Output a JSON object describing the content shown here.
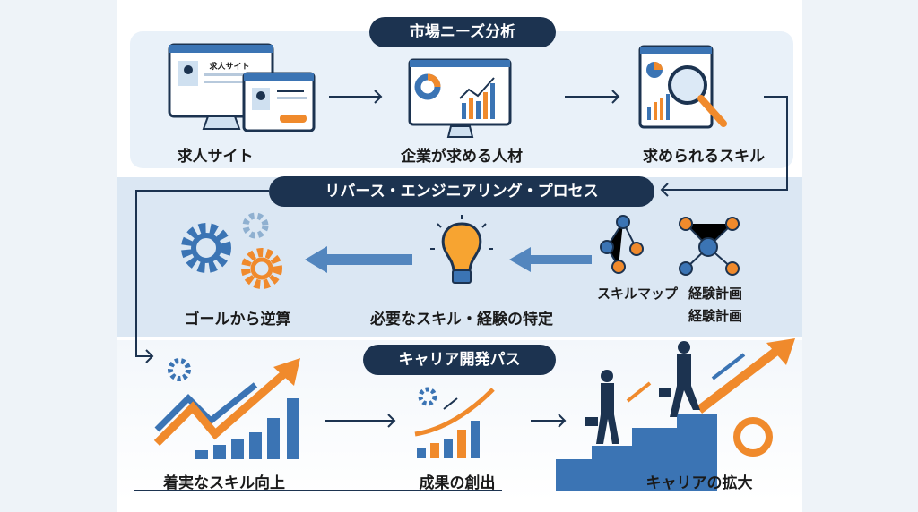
{
  "sections": [
    {
      "title": "市場ニーズ分析",
      "steps": [
        "求人サイト",
        "企業が求める人材",
        "求められるスキル"
      ],
      "screen_text": "求人サイト"
    },
    {
      "title": "リバース・エンジニアリング・プロセス",
      "steps": [
        "ゴールから逆算",
        "必要なスキル・経験の特定"
      ],
      "map_labels": [
        "スキルマップ",
        "経験計画",
        "経験計画"
      ]
    },
    {
      "title": "キャリア開発パス",
      "steps": [
        "着実なスキル向上",
        "成果の創出",
        "キャリアの拡大"
      ]
    }
  ],
  "colors": {
    "navy": "#1c3350",
    "blue": "#3b74b4",
    "orange": "#f08a2c"
  }
}
